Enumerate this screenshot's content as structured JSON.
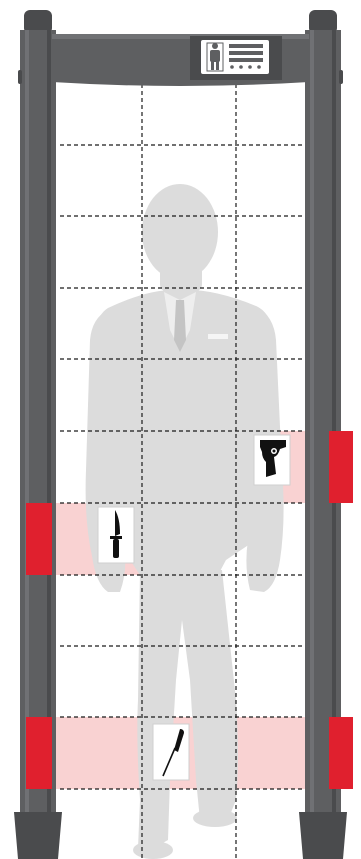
{
  "device": {
    "frame_color": "#5e5f61",
    "frame_dark": "#4a4b4d",
    "panel_color": "#ffffff",
    "alert_zone_color": "#f9d2d2",
    "alert_marker_color": "#e0202e",
    "silhouette_color": "#dcdcdc",
    "grid_line_color": "#1a1a1a",
    "control_panel_icon": "person-scan-icon"
  },
  "detection_zones": {
    "rows": 10,
    "columns": 3,
    "alerts": [
      {
        "row": 5,
        "column": 3,
        "side": "right",
        "item": "revolver-icon"
      },
      {
        "row": 6,
        "column": 1,
        "side": "left",
        "item": "knife-icon"
      },
      {
        "row": 9,
        "column": 2,
        "side": "both",
        "item": "screwdriver-icon"
      }
    ]
  }
}
